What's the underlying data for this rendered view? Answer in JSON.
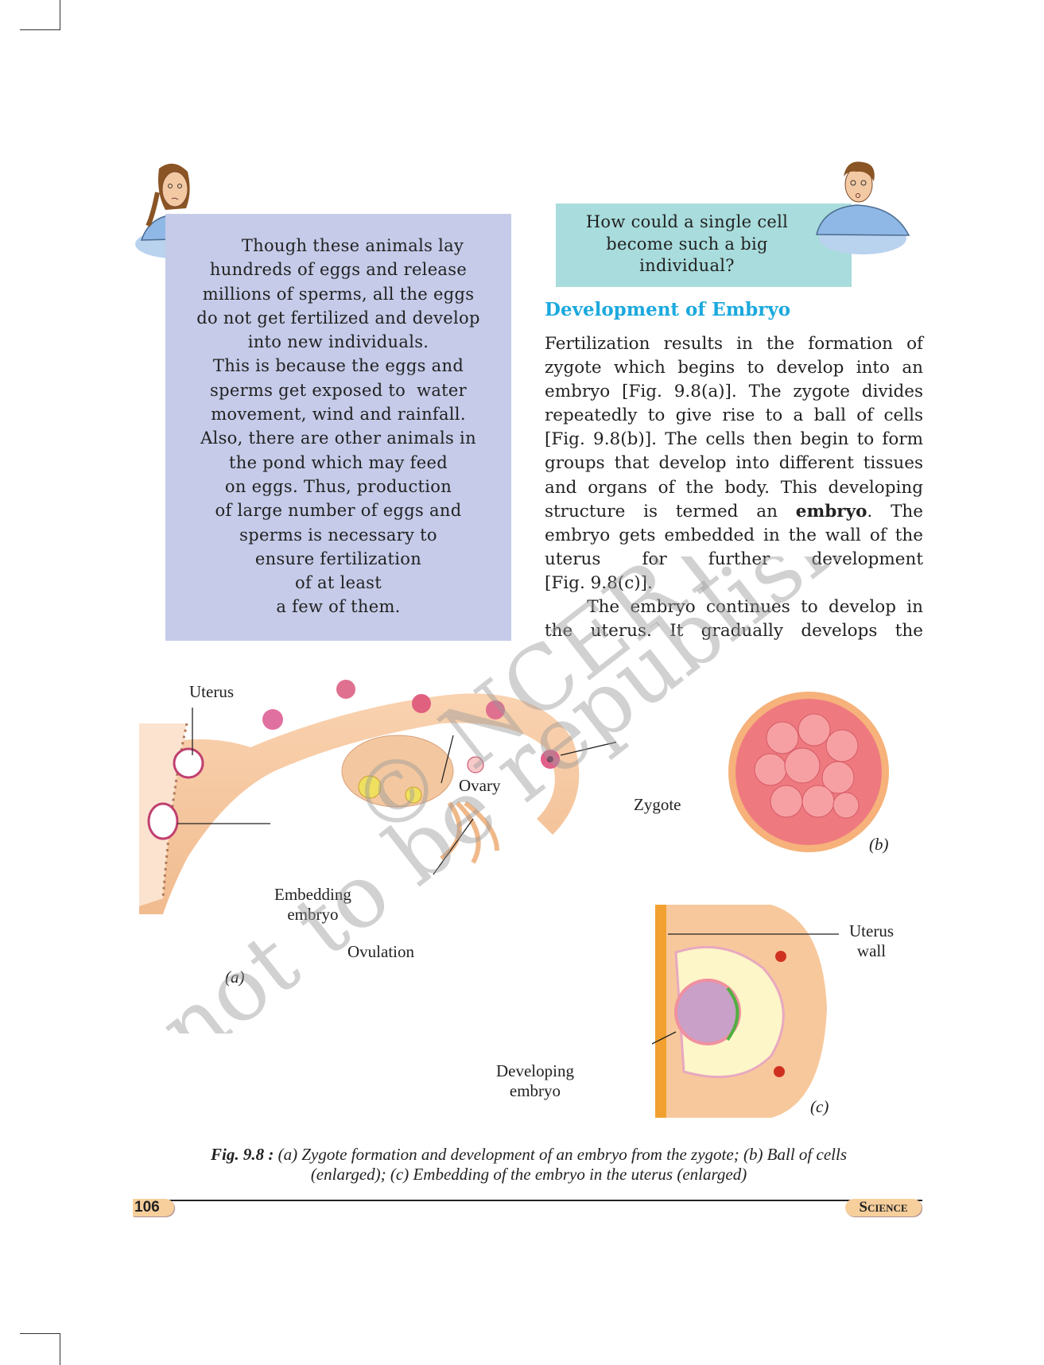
{
  "sidebox": {
    "lines": [
      "Though these animals lay",
      "hundreds of eggs and release",
      "millions of sperms, all the eggs",
      "do not get fertilized and develop",
      "into new individuals.",
      "This is because the eggs and",
      "sperms get exposed to  water",
      "movement, wind and rainfall.",
      "Also, there are other animals in",
      "the pond which may feed",
      "on eggs. Thus, production",
      "of large number of eggs and",
      "sperms is necessary to",
      "ensure fertilization",
      "of at least",
      "a few of them."
    ],
    "color": "#c5cbe8"
  },
  "question": {
    "lines": [
      "How could a single cell",
      "become such a big",
      "individual?"
    ],
    "color": "#a9dcdc"
  },
  "section": {
    "heading": "Development of Embryo",
    "heading_color": "#1ba9dd",
    "lines": [
      "Fertilization results in the formation of",
      "zygote which begins to develop into an",
      "embryo [Fig. 9.8(a)]. The zygote divides",
      "repeatedly to give rise to a ball of cells",
      "[Fig. 9.8(b)]. The cells then begin to form",
      "groups that develop into different tissues",
      "and organs of the body. This developing"
    ],
    "line8_pre": "structure is termed an",
    "line8_bold": "embryo",
    "line8_post": ". The",
    "lines_after": [
      "embryo gets embedded in the wall of the",
      "uterus for further development",
      "[Fig. 9.8(c)].",
      "    The embryo continues to develop in",
      "the uterus. It gradually develops the"
    ]
  },
  "figure": {
    "labels": {
      "uterus": "Uterus",
      "ovary": "Ovary",
      "zygote": "Zygote",
      "embedding_1": "Embedding",
      "embedding_2": "embryo",
      "ovulation": "Ovulation",
      "a": "(a)",
      "b": "(b)",
      "uterus_wall_1": "Uterus",
      "uterus_wall_2": "wall",
      "developing_1": "Developing",
      "developing_2": "embryo",
      "c": "(c)"
    },
    "caption_bold": "Fig. 9.8 :",
    "caption_1": " (a) Zygote formation and development of an embryo from the zygote; (b) Ball of cells",
    "caption_2": "(enlarged); (c) Embedding of the embryo in the uterus (enlarged)"
  },
  "footer": {
    "page_number": "106",
    "book": "Science"
  },
  "watermark": {
    "line1": "© NCERT",
    "line2": "not to be republished"
  }
}
